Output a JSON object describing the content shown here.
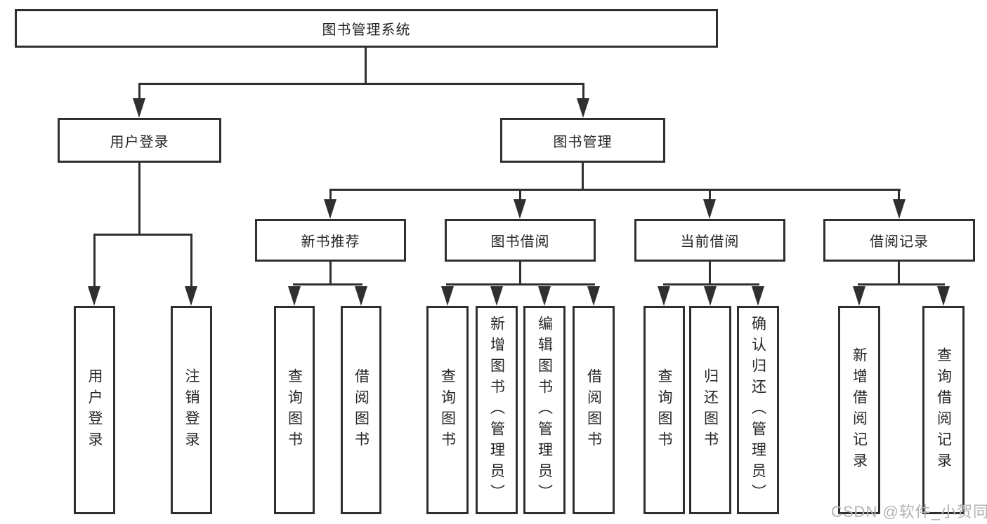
{
  "colors": {
    "line": "#2f2f2f",
    "text": "#262626",
    "watermark": "#b3b3b3",
    "background": "#ffffff"
  },
  "tree": {
    "root": {
      "label": "图书管理系统"
    },
    "branches": [
      {
        "label": "用户登录",
        "children": [
          {
            "label": "用户登录"
          },
          {
            "label": "注销登录"
          }
        ]
      },
      {
        "label": "图书管理",
        "children": [
          {
            "label": "新书推荐",
            "children": [
              {
                "label": "查询图书"
              },
              {
                "label": "借阅图书"
              }
            ]
          },
          {
            "label": "图书借阅",
            "children": [
              {
                "label": "查询图书"
              },
              {
                "label": "新增图书（管理员）"
              },
              {
                "label": "编辑图书（管理员）"
              },
              {
                "label": "借阅图书"
              }
            ]
          },
          {
            "label": "当前借阅",
            "children": [
              {
                "label": "查询图书"
              },
              {
                "label": "归还图书"
              },
              {
                "label": "确认归还（管理员）"
              }
            ]
          },
          {
            "label": "借阅记录",
            "children": [
              {
                "label": "新增借阅记录"
              },
              {
                "label": "查询借阅记录"
              }
            ]
          }
        ]
      }
    ]
  },
  "watermark": {
    "text": "CSDN @软件_小贺同学"
  }
}
